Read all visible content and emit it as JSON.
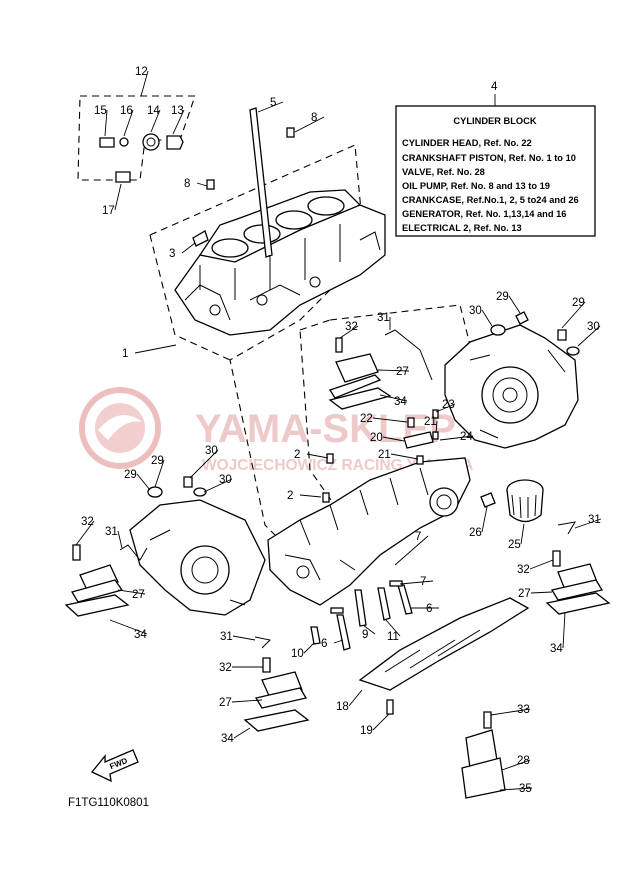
{
  "info_box": {
    "callout": "4",
    "title": "CYLINDER BLOCK",
    "lines": [
      "CYLINDER HEAD, Ref. No. 22",
      "CRANKSHAFT PISTON, Ref. No. 1 to 10",
      "VALVE, Ref. No. 28",
      "OIL PUMP, Ref. No. 8 and 13 to 19",
      "CRANKCASE, Ref.No.1, 2, 5 to24 and 26",
      "GENERATOR, Ref. No. 1,13,14 and 16",
      "ELECTRICAL 2, Ref. No. 13"
    ]
  },
  "watermark": {
    "brand": "YAMA-SKLEP",
    "subtitle": "WOJCIECHOWICZ RACING YAMAHA"
  },
  "fwd_label": "FWD",
  "diagram_code": "F1TG110K0801",
  "callouts": [
    "12",
    "15",
    "16",
    "14",
    "13",
    "5",
    "8",
    "17",
    "8",
    "3",
    "1",
    "30",
    "29",
    "29",
    "30",
    "32",
    "31",
    "27",
    "34",
    "22",
    "20",
    "23",
    "21",
    "24",
    "21",
    "29",
    "30",
    "29",
    "30",
    "2",
    "2",
    "32",
    "31",
    "27",
    "34",
    "26",
    "25",
    "7",
    "7",
    "6",
    "9",
    "11",
    "6",
    "10",
    "31",
    "31",
    "32",
    "27",
    "34",
    "18",
    "19",
    "33",
    "28",
    "35",
    "32",
    "27",
    "34"
  ],
  "colors": {
    "line": "#000000",
    "watermark": "#e3a4a4"
  }
}
